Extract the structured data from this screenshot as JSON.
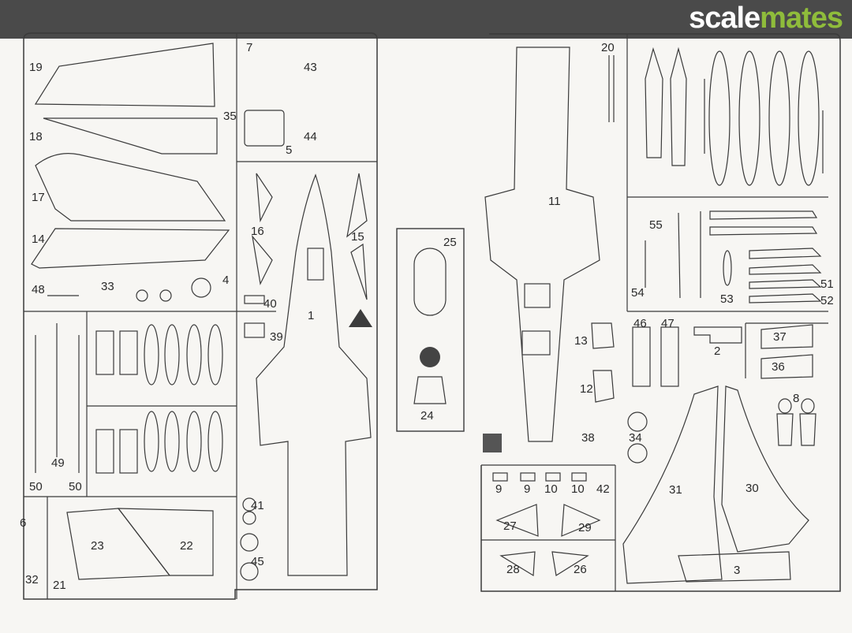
{
  "brand": {
    "part1": "scale",
    "part2": "mates"
  },
  "part_labels": {
    "p1": "1",
    "p2": "2",
    "p3": "3",
    "p4": "4",
    "p5": "5",
    "p6": "6",
    "p7": "7",
    "p8": "8",
    "p9a": "9",
    "p9b": "9",
    "p10a": "10",
    "p10b": "10",
    "p11": "11",
    "p12": "12",
    "p13": "13",
    "p14": "14",
    "p15": "15",
    "p16": "16",
    "p17": "17",
    "p18": "18",
    "p19": "19",
    "p20": "20",
    "p21": "21",
    "p22": "22",
    "p23": "23",
    "p24": "24",
    "p25": "25",
    "p26": "26",
    "p27": "27",
    "p28": "28",
    "p29": "29",
    "p30": "30",
    "p31": "31",
    "p32": "32",
    "p33": "33",
    "p34": "34",
    "p35": "35",
    "p36": "36",
    "p37": "37",
    "p38": "38",
    "p39": "39",
    "p40": "40",
    "p41": "41",
    "p42": "42",
    "p43": "43",
    "p44": "44",
    "p45": "45",
    "p46": "46",
    "p47": "47",
    "p48": "48",
    "p49": "49",
    "p50a": "50",
    "p50b": "50",
    "p51": "51",
    "p52": "52",
    "p53": "53",
    "p54": "54",
    "p55": "55"
  },
  "colors": {
    "ink": "#3a3a3a",
    "marker_triangle": "#3d3d3d",
    "marker_circle": "#444444",
    "marker_square": "#555555",
    "accent": "#8fbc3b"
  }
}
